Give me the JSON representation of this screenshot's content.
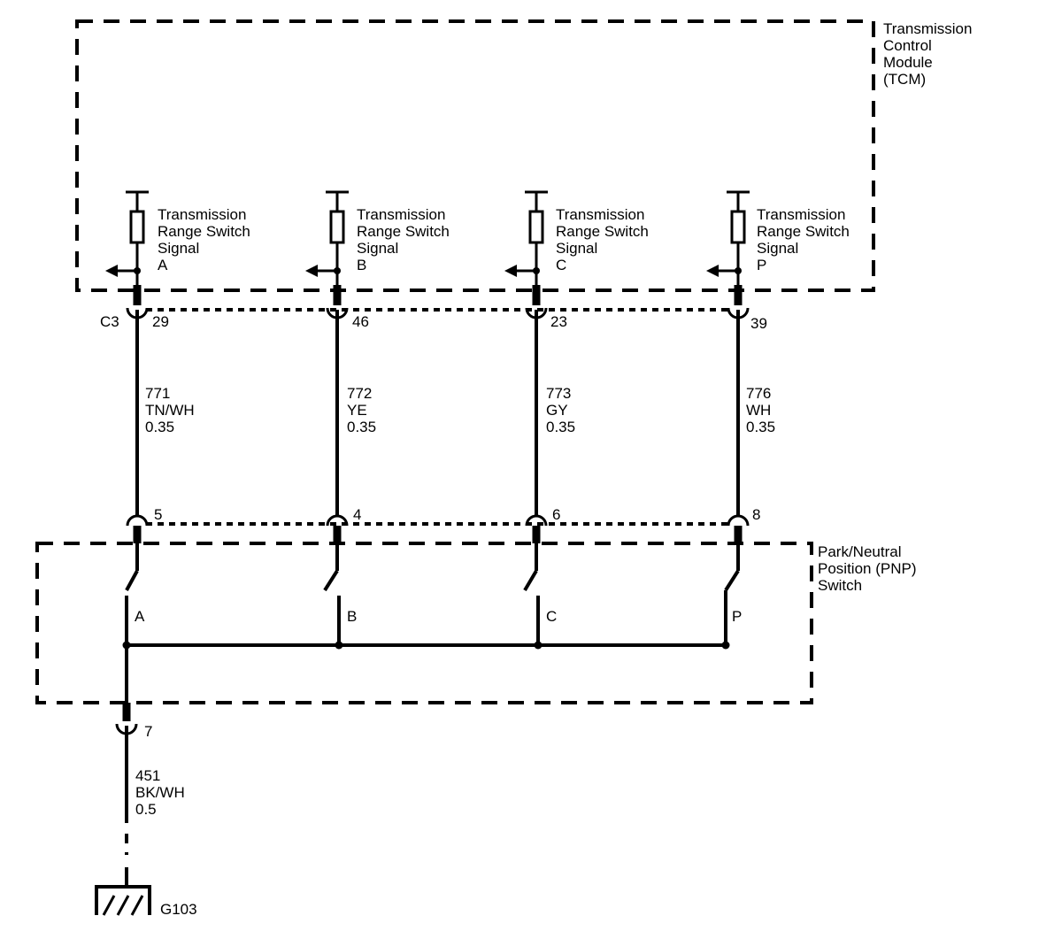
{
  "tcm_label": [
    "Transmission",
    "Control",
    "Module",
    "(TCM)"
  ],
  "pnp_label": [
    "Park/Neutral",
    "Position (PNP)",
    "Switch"
  ],
  "tcm_connector": "C3",
  "circuits": [
    {
      "signal_lines": [
        "Transmission",
        "Range Switch",
        "Signal",
        "A"
      ],
      "tcm_pin": "29",
      "circuit": "771",
      "color": "TN/WH",
      "gauge": "0.35",
      "pnp_pin": "5",
      "switch": "A"
    },
    {
      "signal_lines": [
        "Transmission",
        "Range Switch",
        "Signal",
        "B"
      ],
      "tcm_pin": "46",
      "circuit": "772",
      "color": "YE",
      "gauge": "0.35",
      "pnp_pin": "4",
      "switch": "B"
    },
    {
      "signal_lines": [
        "Transmission",
        "Range Switch",
        "Signal",
        "C"
      ],
      "tcm_pin": "23",
      "circuit": "773",
      "color": "GY",
      "gauge": "0.35",
      "pnp_pin": "6",
      "switch": "C"
    },
    {
      "signal_lines": [
        "Transmission",
        "Range Switch",
        "Signal",
        "P"
      ],
      "tcm_pin": "39",
      "circuit": "776",
      "color": "WH",
      "gauge": "0.35",
      "pnp_pin": "8",
      "switch": "P"
    }
  ],
  "ground_circuit": {
    "pin": "7",
    "circuit": "451",
    "color": "BK/WH",
    "gauge": "0.5",
    "ground_label": "G103"
  }
}
